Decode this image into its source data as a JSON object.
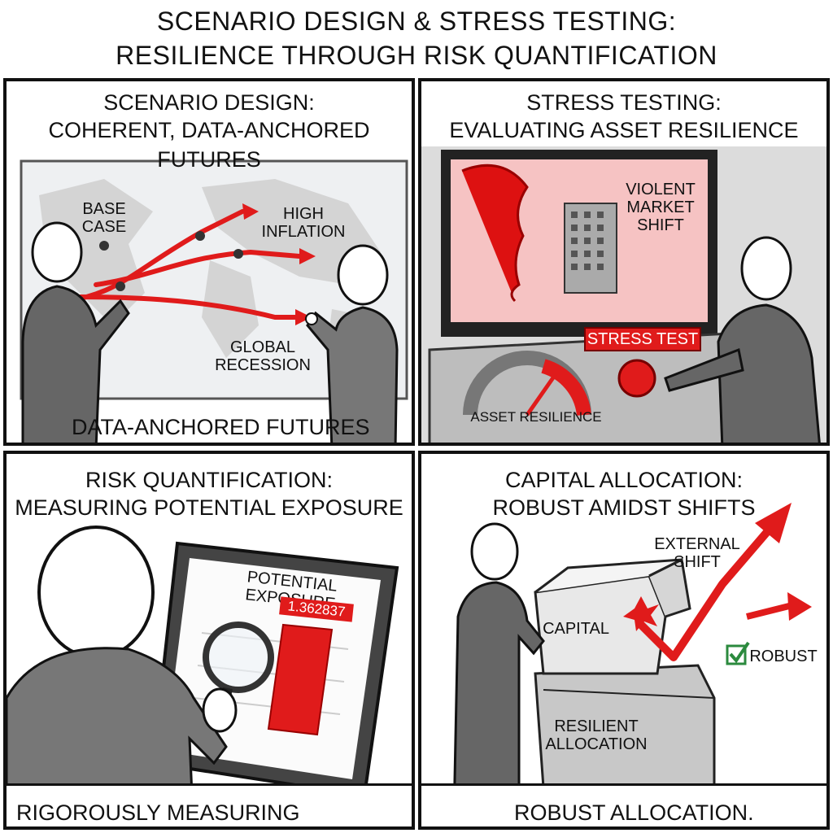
{
  "header": {
    "line1": "SCENARIO DESIGN & STRESS TESTING:",
    "line2": "RESILIENCE THROUGH RISK QUANTIFICATION"
  },
  "panels": {
    "scenario": {
      "title1": "SCENARIO DESIGN:",
      "title2": "COHERENT, DATA-ANCHORED FUTURES",
      "labels": {
        "base": "BASE\nCASE",
        "high": "HIGH\nINFLATION",
        "recession": "GLOBAL\nRECESSION"
      },
      "caption": "DATA-ANCHORED FUTURES"
    },
    "stress": {
      "title1": "STRESS TESTING:",
      "title2": "EVALUATING ASSET RESILIENCE",
      "screen_label": "VIOLENT\nMARKET\nSHIFT",
      "button_label": "STRESS TEST",
      "gauge_label": "ASSET RESILIENCE"
    },
    "risk": {
      "title1": "RISK QUANTIFICATION:",
      "title2": "MEASURING POTENTIAL EXPOSURE",
      "tablet_title": "POTENTIAL EXPOSURE",
      "readout": "1.362837",
      "caption": "RIGOROUSLY MEASURING EXPOSURE"
    },
    "capital": {
      "title1": "CAPITAL ALLOCATION:",
      "title2": "ROBUST AMIDST SHIFTS",
      "shift_label": "EXTERNAL\nSHIFT",
      "box_label": "CAPITAL",
      "base_label": "RESILIENT\nALLOCATION",
      "robust_label": "ROBUST",
      "caption": "ROBUST ALLOCATION."
    }
  },
  "colors": {
    "accent": "#e01b1b",
    "ink": "#111111",
    "gray": "#9a9a9a"
  }
}
